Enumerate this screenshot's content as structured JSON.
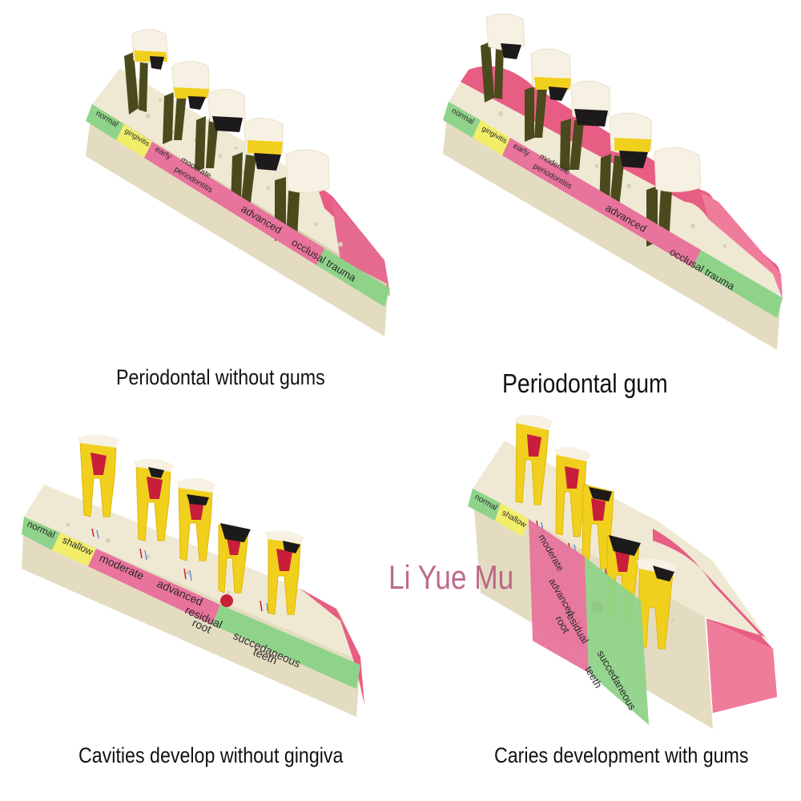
{
  "panels": [
    {
      "caption": "Periodontal without gums",
      "labels": [
        "normal",
        "gingivitis",
        "early",
        "moderate",
        "periodontitis",
        "advanced",
        "occlusal trauma"
      ]
    },
    {
      "caption": "Periodontal gum",
      "labels": [
        "normal",
        "gingivitis",
        "early",
        "moderate",
        "periodontitis",
        "advanced",
        "occlusal trauma"
      ]
    },
    {
      "caption": "Cavities develop without gingiva",
      "labels": [
        "normal",
        "shallow",
        "moderate",
        "advanced",
        "residual",
        "root",
        "succedaneous",
        "teeth"
      ]
    },
    {
      "caption": "Caries development with gums",
      "labels": [
        "normal",
        "shallow",
        "moderate",
        "advanced",
        "residual",
        "root",
        "succedaneous",
        "teeth"
      ]
    }
  ],
  "watermark": "Li Yue Mu",
  "colors": {
    "band_green": "#8fd38a",
    "band_yellow": "#f2ee6a",
    "band_pink": "#e8739c",
    "gum_pink": "#e85d83",
    "bone_cream": "#efe9d3",
    "tooth_white": "#f6f1e2",
    "tooth_yellow": "#f1cf1d",
    "root_olive": "#4b4a1d",
    "pulp_red": "#c81e3a",
    "caries_black": "#1c1a1a",
    "watermark": "#b5527a"
  }
}
